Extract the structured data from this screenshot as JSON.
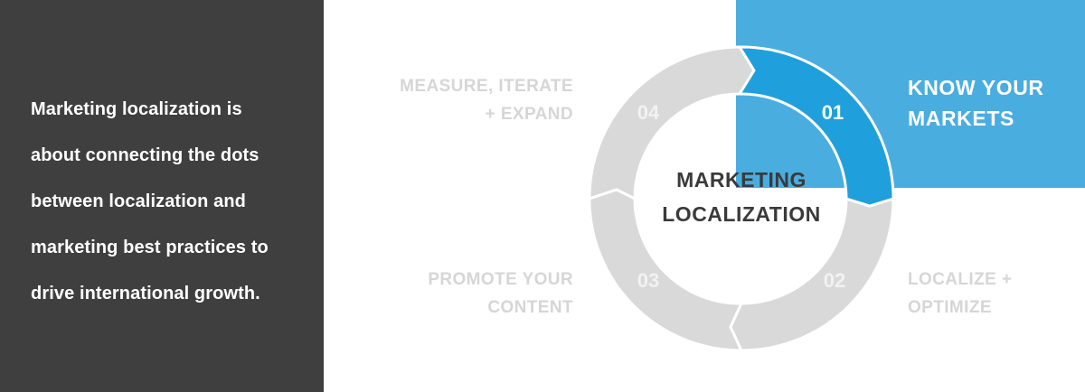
{
  "intro": {
    "lines": [
      "Marketing localization is",
      "about connecting the dots",
      "between localization and",
      "marketing best practices to",
      "drive international growth."
    ]
  },
  "center": {
    "title_lines": [
      "MARKETING",
      "LOCALIZATION"
    ]
  },
  "steps": [
    {
      "number": "01",
      "label_lines": [
        "KNOW YOUR",
        "MARKETS"
      ],
      "active": true
    },
    {
      "number": "02",
      "label_lines": [
        "LOCALIZE +",
        "OPTIMIZE"
      ],
      "active": false
    },
    {
      "number": "03",
      "label_lines": [
        "PROMOTE YOUR",
        "CONTENT"
      ],
      "active": false
    },
    {
      "number": "04",
      "label_lines": [
        "MEASURE, ITERATE",
        "+ EXPAND"
      ],
      "active": false
    }
  ],
  "colors": {
    "dark_panel": "#3f3f3f",
    "accent": "#4aade0",
    "active_segment": "#1fa0dc",
    "segment": "#d9d9d9",
    "muted_text": "#d6d6d6"
  }
}
